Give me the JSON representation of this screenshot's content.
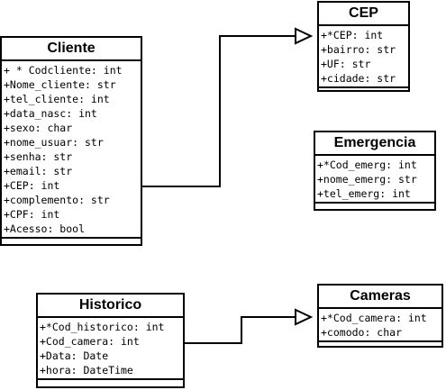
{
  "classes": {
    "cliente": {
      "name": "Cliente",
      "attributes": [
        "+ * Codcliente: int",
        "+Nome_cliente: str",
        "+tel_cliente: int",
        "+data_nasc: int",
        "+sexo: char",
        "+nome_usuar: str",
        "+senha: str",
        "+email: str",
        "+CEP: int",
        "+complemento: str",
        "+CPF: int",
        "+Acesso: bool"
      ]
    },
    "cep": {
      "name": "CEP",
      "attributes": [
        "+*CEP: int",
        "+bairro: str",
        "+UF: str",
        "+cidade: str"
      ]
    },
    "emergencia": {
      "name": "Emergencia",
      "attributes": [
        "+*Cod_emerg: int",
        "+nome_emerg: str",
        "+tel_emerg: int"
      ]
    },
    "historico": {
      "name": "Historico",
      "attributes": [
        "+*Cod_historico: int",
        "+Cod_camera: int",
        "+Data: Date",
        "+hora: DateTime"
      ]
    },
    "cameras": {
      "name": "Cameras",
      "attributes": [
        "+*Cod_camera: int",
        "+comodo: char"
      ]
    }
  },
  "colors": {
    "line": "#000000",
    "background": "#ffffff"
  }
}
